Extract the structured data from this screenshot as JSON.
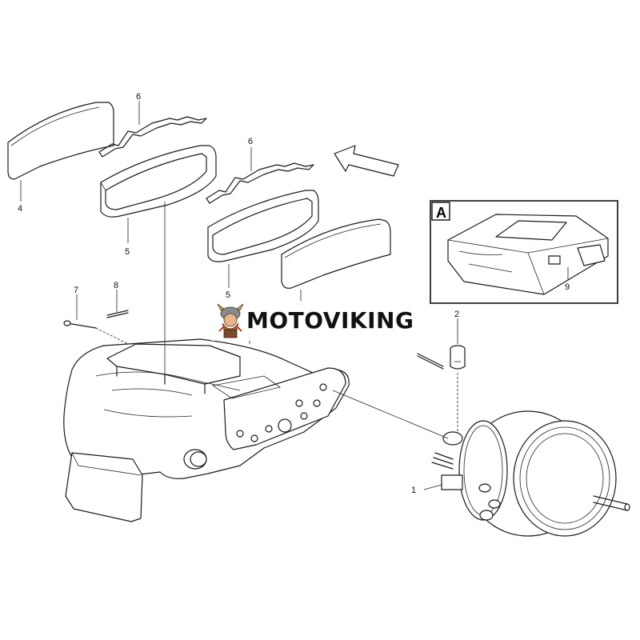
{
  "labels": {
    "l1": "1",
    "l2": "2",
    "l4": "4",
    "l5a": "5",
    "l5b": "5",
    "l6a": "6",
    "l6b": "6",
    "l7": "7",
    "l8": "8",
    "l9": "9"
  },
  "inset": {
    "callout": "A"
  },
  "watermark": {
    "text": "MOTOVIKING"
  },
  "colors": {
    "line": "#1a1a1a",
    "background": "#ffffff"
  }
}
